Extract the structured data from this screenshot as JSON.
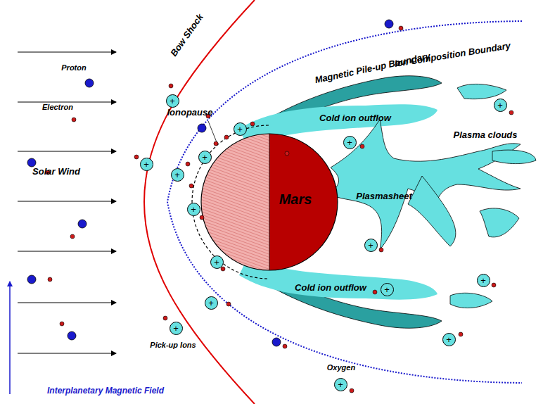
{
  "diagram": {
    "nodes": [
      {
        "text": [
          "Mars"
        ]
      },
      {
        "text": [
          "Cold ion outflow"
        ]
      },
      {
        "text": [
          "Plasmasheet"
        ]
      },
      {
        "text": [
          "Cold ion outflow"
        ]
      },
      {
        "text": [
          "+"
        ]
      },
      {
        "text": [
          "+"
        ]
      },
      {
        "text": [
          "+"
        ]
      },
      {
        "text": [
          "+"
        ]
      },
      {
        "text": [
          "+"
        ]
      },
      {
        "text": [
          "+"
        ]
      },
      {
        "text": [
          "+"
        ]
      },
      {
        "text": [
          "+"
        ]
      },
      {
        "text": [
          "+"
        ]
      },
      {
        "text": [
          "+"
        ]
      },
      {
        "text": [
          "+"
        ]
      },
      {
        "text": [
          "+"
        ]
      },
      {
        "text": [
          "+"
        ]
      },
      {
        "text": [
          "+"
        ]
      },
      {
        "text": [
          "+"
        ]
      },
      {
        "text": [
          "+"
        ]
      }
    ],
    "edges": [],
    "labels": [
      "Bow Shock",
      "Magnetic Pile-up Boundary",
      "Ion Composition Boundary",
      "Ionopause",
      "Proton",
      "Electron",
      "Solar Wind",
      "Interplanetary Magnetic Field",
      "Plasma clouds",
      "Pick-up Ions",
      "Oxygen"
    ]
  }
}
